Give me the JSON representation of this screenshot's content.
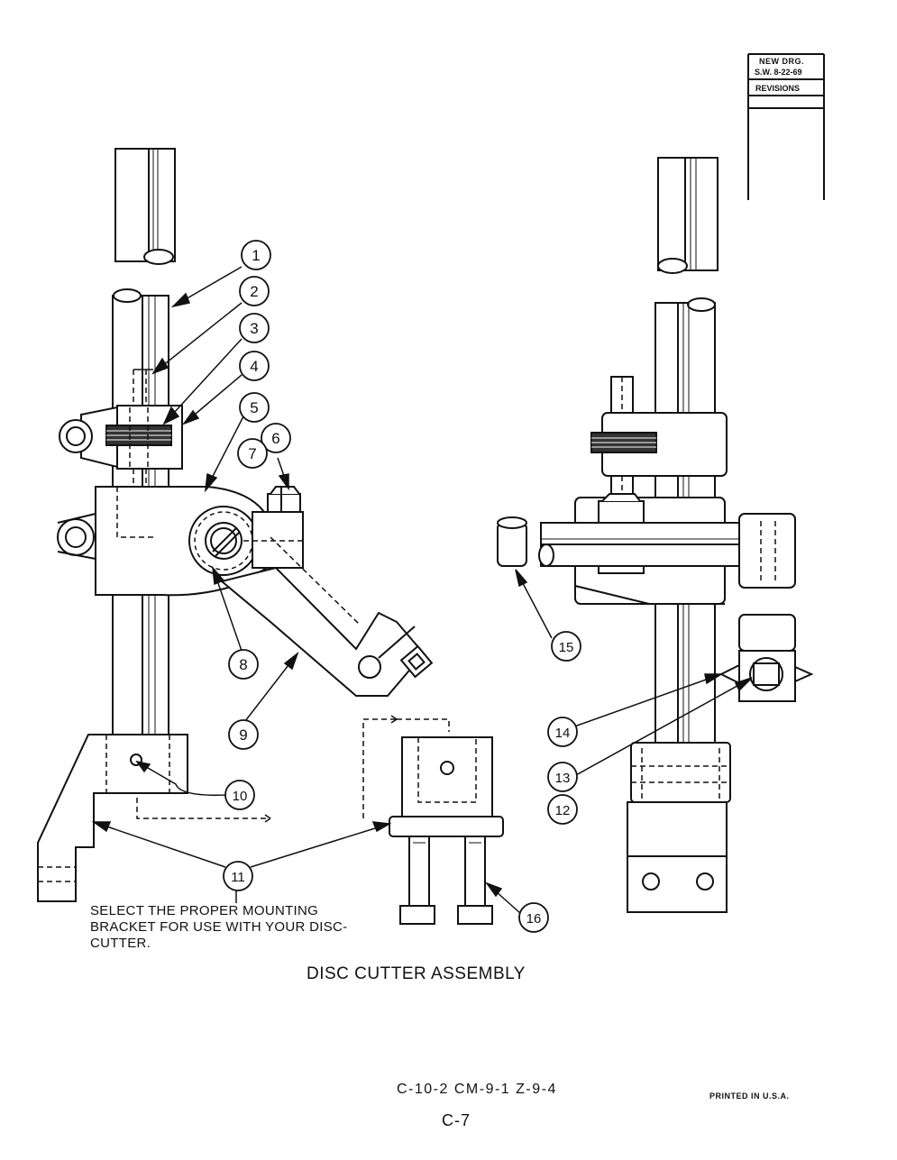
{
  "revision_block": {
    "line1": "NEW DRG.",
    "line2": "S.W. 8-22-69",
    "line3": "REVISIONS"
  },
  "callouts": [
    "1",
    "2",
    "3",
    "4",
    "5",
    "6",
    "7",
    "8",
    "9",
    "10",
    "11",
    "12",
    "13",
    "14",
    "15",
    "16"
  ],
  "note": {
    "line1": "SELECT THE PROPER MOUNTING",
    "line2": "BRACKET FOR USE WITH YOUR DISC-",
    "line3": "CUTTER."
  },
  "title": "DISC CUTTER ASSEMBLY",
  "codes": "C-10-2  CM-9-1  Z-9-4",
  "printed": "PRINTED IN U.S.A.",
  "page_number": "C-7"
}
